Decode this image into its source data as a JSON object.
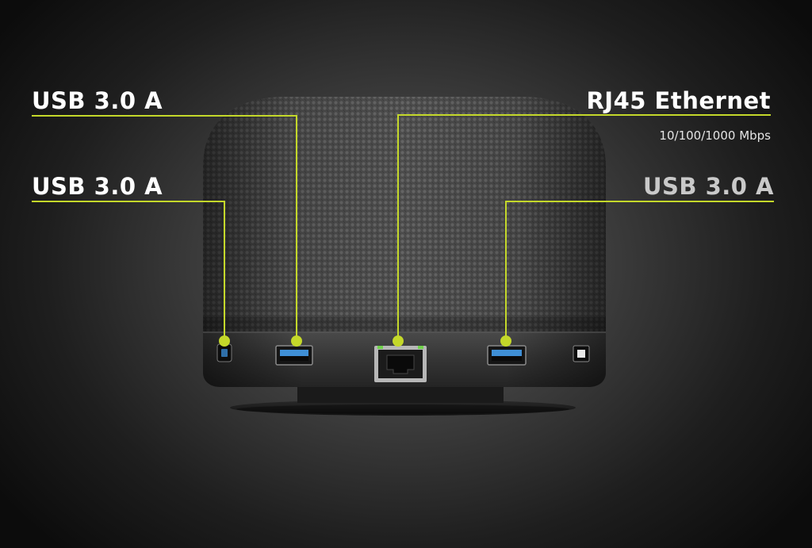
{
  "callouts": {
    "top_left": "USB 3.0 A",
    "mid_left": "USB 3.0 A",
    "top_right": "RJ45 Ethernet",
    "top_right_sub": "10/100/1000 Mbps",
    "mid_right": "USB 3.0 A"
  },
  "colors": {
    "accent": "#c4d82a",
    "usb_blue": "#3f8fd6",
    "fabric": "#4d4d4d",
    "base_band": "#3a3a3a"
  }
}
